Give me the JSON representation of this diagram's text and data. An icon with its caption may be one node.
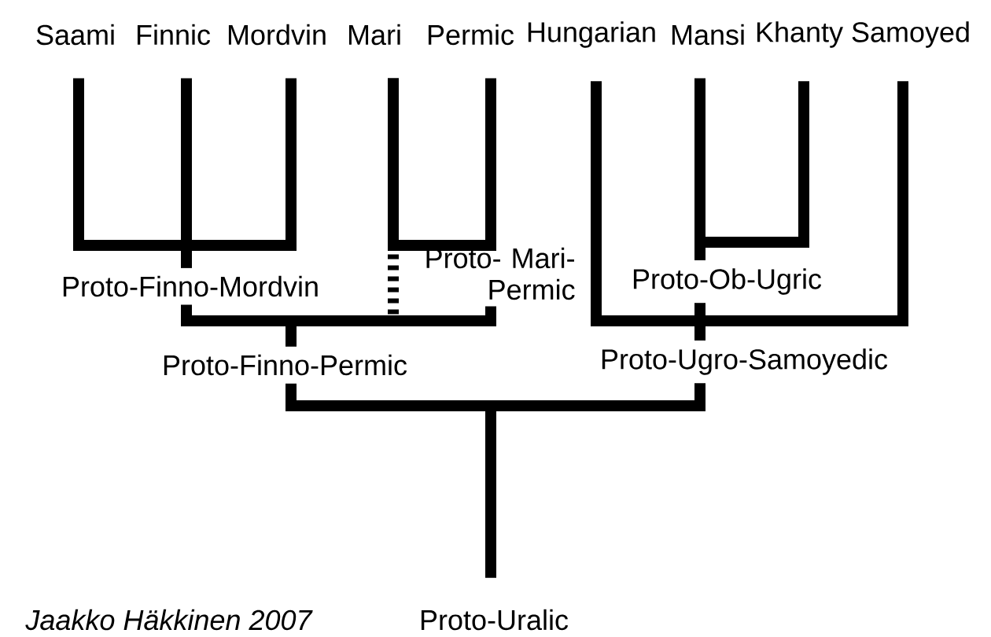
{
  "diagram": {
    "nodes": [
      {
        "text": [
          "Saami"
        ]
      },
      {
        "text": [
          "Finnic"
        ]
      },
      {
        "text": [
          "Mordvin"
        ]
      },
      {
        "text": [
          "Mari"
        ]
      },
      {
        "text": [
          "Permic"
        ]
      },
      {
        "text": [
          "Hungarian"
        ]
      },
      {
        "text": [
          "Mansi"
        ]
      },
      {
        "text": [
          "Khanty"
        ]
      },
      {
        "text": [
          "Samoyed"
        ]
      },
      {
        "text": [
          "Proto-Finno-Mordvin"
        ]
      },
      {
        "text": [
          "Proto- Mari-Permic"
        ]
      },
      {
        "text": [
          "Proto-Ob-Ugric"
        ]
      },
      {
        "text": [
          "Proto-Finno-Permic"
        ]
      },
      {
        "text": [
          "Proto-Ugro-Samoyedic"
        ]
      },
      {
        "text": [
          "Proto-Uralic"
        ]
      }
    ],
    "edges": [
      {
        "from": 0,
        "to": 9,
        "arrow": "none"
      },
      {
        "from": 1,
        "to": 9,
        "arrow": "none"
      },
      {
        "from": 2,
        "to": 9,
        "arrow": "none"
      },
      {
        "from": 3,
        "to": 10,
        "arrow": "none"
      },
      {
        "from": 4,
        "to": 10,
        "arrow": "none"
      },
      {
        "from": 3,
        "to": 12,
        "arrow": "none",
        "style": "dashed"
      },
      {
        "from": 9,
        "to": 12,
        "arrow": "none"
      },
      {
        "from": 10,
        "to": 12,
        "arrow": "none"
      },
      {
        "from": 6,
        "to": 11,
        "arrow": "none"
      },
      {
        "from": 7,
        "to": 11,
        "arrow": "none"
      },
      {
        "from": 5,
        "to": 13,
        "arrow": "none"
      },
      {
        "from": 11,
        "to": 13,
        "arrow": "none"
      },
      {
        "from": 8,
        "to": 13,
        "arrow": "none"
      },
      {
        "from": 12,
        "to": 14,
        "arrow": "none"
      },
      {
        "from": 13,
        "to": 14,
        "arrow": "none"
      }
    ],
    "labels": [
      "Jaakko Häkkinen 2007"
    ]
  }
}
